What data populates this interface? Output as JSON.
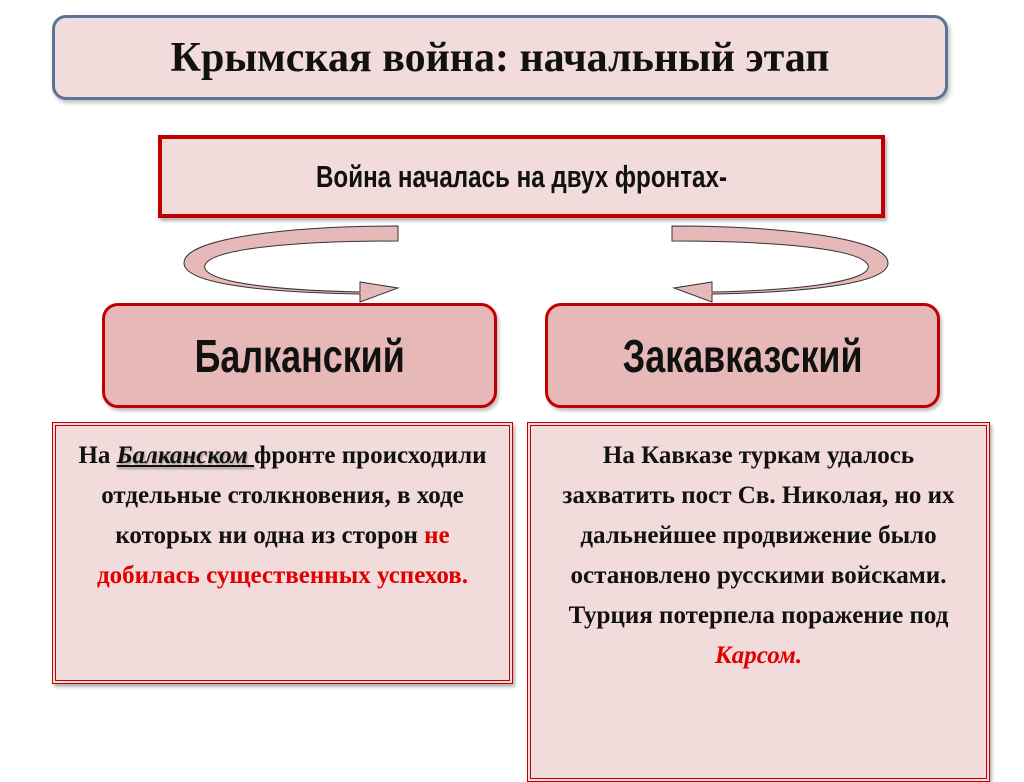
{
  "title": "Крымская война: начальный этап",
  "subtitle": "Война началась на двух фронтах-",
  "fronts": [
    {
      "label": "Балканский"
    },
    {
      "label": "Закавказский"
    }
  ],
  "left_desc": {
    "prefix": "На ",
    "emphasis": "Балканском ",
    "text": "фронте происходили отдельные столкновения, в ходе которых ни одна из сторон",
    "highlight": "не добилась существенных успехов."
  },
  "right_desc": {
    "text": "На Кавказе туркам удалось захватить пост Св. Николая, но их дальнейшее продвижение было остановлено русскими войсками. Турция потерпела поражение под",
    "highlight": "Карсом."
  },
  "colors": {
    "border_red": "#c00000",
    "fill_light": "#f2dcdb",
    "fill_mid": "#e6b9b8",
    "highlight": "#e00000",
    "title_border": "#5d7396"
  }
}
